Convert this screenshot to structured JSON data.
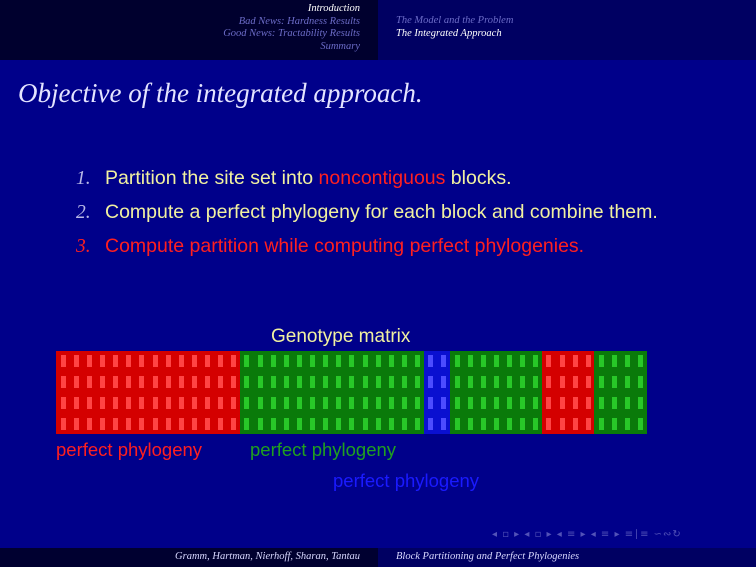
{
  "header": {
    "sections": [
      {
        "label": "Introduction",
        "active": true
      },
      {
        "label": "Bad News: Hardness Results",
        "active": false
      },
      {
        "label": "Good News: Tractability Results",
        "active": false
      },
      {
        "label": "Summary",
        "active": false
      }
    ],
    "subsections": [
      {
        "label": "The Model and the Problem",
        "active": false
      },
      {
        "label": "The Integrated Approach",
        "active": true
      }
    ]
  },
  "slide": {
    "title": "Objective of the integrated approach.",
    "items": [
      {
        "number": "1.",
        "before": "Partition the site set into ",
        "highlight": "noncontiguous",
        "after": " blocks."
      },
      {
        "number": "2.",
        "text": "Compute a perfect phylogeny for each block and combine them."
      },
      {
        "number": "3.",
        "text": "Compute partition while computing perfect phylogenies."
      }
    ],
    "matrix": {
      "title": "Genotype matrix",
      "rows": 4,
      "blocks": [
        {
          "color": "#d40000",
          "cell_color": "#ff4444",
          "columns": 14
        },
        {
          "color": "#0a7a0a",
          "cell_color": "#28c828",
          "columns": 14
        },
        {
          "color": "#0a10d0",
          "cell_color": "#4c4cff",
          "columns": 2
        },
        {
          "color": "#0a7a0a",
          "cell_color": "#28c828",
          "columns": 7
        },
        {
          "color": "#d40000",
          "cell_color": "#ff4444",
          "columns": 4
        },
        {
          "color": "#0a7a0a",
          "cell_color": "#28c828",
          "columns": 4
        }
      ]
    },
    "legend": {
      "red": "perfect phylogeny",
      "green": "perfect phylogeny",
      "blue": "perfect phylogeny",
      "colors": {
        "red": "#ff1f1f",
        "green": "#1fa01f",
        "blue": "#1a1aff"
      }
    }
  },
  "navigation": {
    "icons": [
      "nav-first-icon",
      "nav-frame-icon",
      "nav-subsection-icon",
      "nav-section-icon",
      "nav-align-icon",
      "nav-search-icon"
    ]
  },
  "footer": {
    "authors": "Gramm, Hartman, Nierhoff, Sharan, Tantau",
    "title": "Block Partitioning and Perfect Phylogenies"
  }
}
